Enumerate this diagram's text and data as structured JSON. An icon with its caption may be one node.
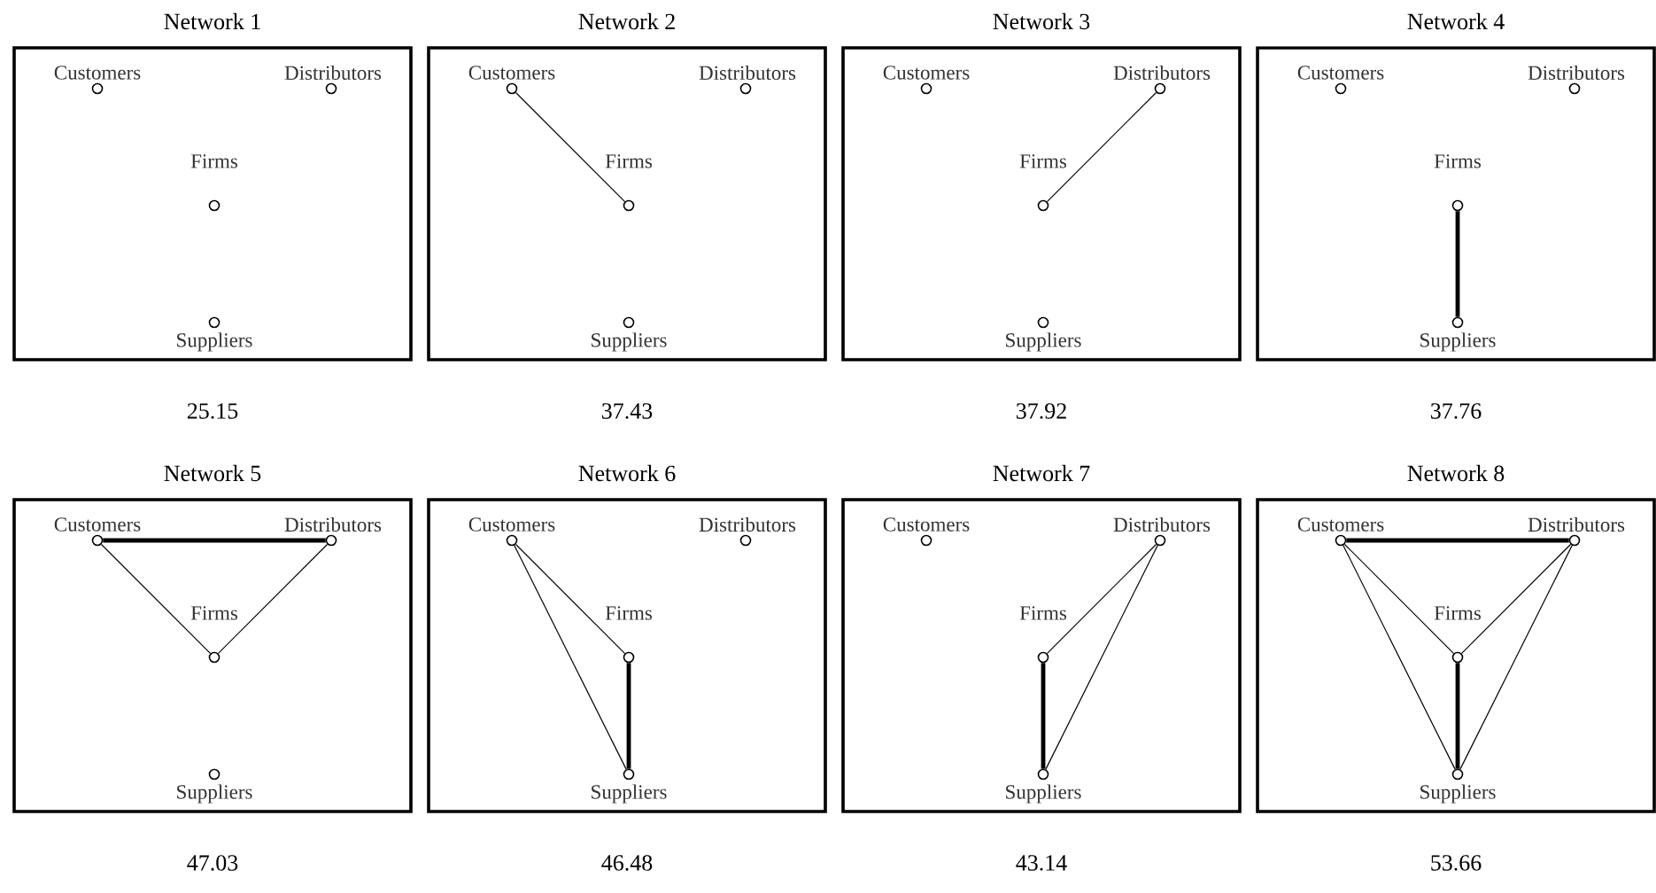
{
  "diagram": {
    "nodes": [
      {
        "text": [
          "Network 1"
        ],
        "beside": [
          "25.15"
        ]
      },
      {
        "text": [],
        "shape": "circle",
        "in": 0,
        "beside": [
          "Customers"
        ]
      },
      {
        "text": [],
        "shape": "circle",
        "in": 0,
        "beside": [
          "Distributors"
        ]
      },
      {
        "text": [],
        "shape": "circle",
        "in": 0,
        "beside": [
          "Firms"
        ]
      },
      {
        "text": [],
        "shape": "circle",
        "in": 0,
        "beside": [
          "Suppliers"
        ]
      },
      {
        "text": [
          "Network 2"
        ],
        "beside": [
          "37.43"
        ]
      },
      {
        "text": [],
        "shape": "circle",
        "in": 5,
        "beside": [
          "Customers"
        ]
      },
      {
        "text": [],
        "shape": "circle",
        "in": 5,
        "beside": [
          "Distributors"
        ]
      },
      {
        "text": [],
        "shape": "circle",
        "in": 5,
        "beside": [
          "Firms"
        ]
      },
      {
        "text": [],
        "shape": "circle",
        "in": 5,
        "beside": [
          "Suppliers"
        ]
      },
      {
        "text": [
          "Network 3"
        ],
        "beside": [
          "37.92"
        ]
      },
      {
        "text": [],
        "shape": "circle",
        "in": 10,
        "beside": [
          "Customers"
        ]
      },
      {
        "text": [],
        "shape": "circle",
        "in": 10,
        "beside": [
          "Distributors"
        ]
      },
      {
        "text": [],
        "shape": "circle",
        "in": 10,
        "beside": [
          "Firms"
        ]
      },
      {
        "text": [],
        "shape": "circle",
        "in": 10,
        "beside": [
          "Suppliers"
        ]
      },
      {
        "text": [
          "Network 4"
        ],
        "beside": [
          "37.76"
        ]
      },
      {
        "text": [],
        "shape": "circle",
        "in": 15,
        "beside": [
          "Customers"
        ]
      },
      {
        "text": [],
        "shape": "circle",
        "in": 15,
        "beside": [
          "Distributors"
        ]
      },
      {
        "text": [],
        "shape": "circle",
        "in": 15,
        "beside": [
          "Firms"
        ]
      },
      {
        "text": [],
        "shape": "circle",
        "in": 15,
        "beside": [
          "Suppliers"
        ]
      },
      {
        "text": [
          "Network 5"
        ],
        "beside": [
          "47.03"
        ]
      },
      {
        "text": [],
        "shape": "circle",
        "in": 20,
        "beside": [
          "Customers"
        ]
      },
      {
        "text": [],
        "shape": "circle",
        "in": 20,
        "beside": [
          "Distributors"
        ]
      },
      {
        "text": [],
        "shape": "circle",
        "in": 20,
        "beside": [
          "Firms"
        ]
      },
      {
        "text": [],
        "shape": "circle",
        "in": 20,
        "beside": [
          "Suppliers"
        ]
      },
      {
        "text": [
          "Network 6"
        ],
        "beside": [
          "46.48"
        ]
      },
      {
        "text": [],
        "shape": "circle",
        "in": 25,
        "beside": [
          "Customers"
        ]
      },
      {
        "text": [],
        "shape": "circle",
        "in": 25,
        "beside": [
          "Distributors"
        ]
      },
      {
        "text": [],
        "shape": "circle",
        "in": 25,
        "beside": [
          "Firms"
        ]
      },
      {
        "text": [],
        "shape": "circle",
        "in": 25,
        "beside": [
          "Suppliers"
        ]
      },
      {
        "text": [
          "Network 7"
        ],
        "beside": [
          "43.14"
        ]
      },
      {
        "text": [],
        "shape": "circle",
        "in": 30,
        "beside": [
          "Customers"
        ]
      },
      {
        "text": [],
        "shape": "circle",
        "in": 30,
        "beside": [
          "Distributors"
        ]
      },
      {
        "text": [],
        "shape": "circle",
        "in": 30,
        "beside": [
          "Firms"
        ]
      },
      {
        "text": [],
        "shape": "circle",
        "in": 30,
        "beside": [
          "Suppliers"
        ]
      },
      {
        "text": [
          "Network 8"
        ],
        "beside": [
          "53.66"
        ]
      },
      {
        "text": [],
        "shape": "circle",
        "in": 35,
        "beside": [
          "Customers"
        ]
      },
      {
        "text": [],
        "shape": "circle",
        "in": 35,
        "beside": [
          "Distributors"
        ]
      },
      {
        "text": [],
        "shape": "circle",
        "in": 35,
        "beside": [
          "Firms"
        ]
      },
      {
        "text": [],
        "shape": "circle",
        "in": 35,
        "beside": [
          "Suppliers"
        ]
      }
    ],
    "edges": [
      {
        "from": 6,
        "to": 8,
        "arrow": "none"
      },
      {
        "from": 13,
        "to": 12,
        "arrow": "none"
      },
      {
        "from": 18,
        "to": 19,
        "arrow": "none",
        "style": "thick"
      },
      {
        "from": 21,
        "to": 22,
        "arrow": "none",
        "style": "thick"
      },
      {
        "from": 21,
        "to": 23,
        "arrow": "none"
      },
      {
        "from": 22,
        "to": 23,
        "arrow": "none"
      },
      {
        "from": 26,
        "to": 28,
        "arrow": "none"
      },
      {
        "from": 28,
        "to": 29,
        "arrow": "none",
        "style": "thick"
      },
      {
        "from": 26,
        "to": 29,
        "arrow": "none"
      },
      {
        "from": 32,
        "to": 33,
        "arrow": "none"
      },
      {
        "from": 33,
        "to": 34,
        "arrow": "none",
        "style": "thick"
      },
      {
        "from": 32,
        "to": 34,
        "arrow": "none"
      },
      {
        "from": 36,
        "to": 37,
        "arrow": "none",
        "style": "thick"
      },
      {
        "from": 36,
        "to": 38,
        "arrow": "none"
      },
      {
        "from": 37,
        "to": 38,
        "arrow": "none"
      },
      {
        "from": 38,
        "to": 39,
        "arrow": "none",
        "style": "thick"
      },
      {
        "from": 36,
        "to": 39,
        "arrow": "none"
      },
      {
        "from": 37,
        "to": 39,
        "arrow": "none"
      }
    ]
  }
}
